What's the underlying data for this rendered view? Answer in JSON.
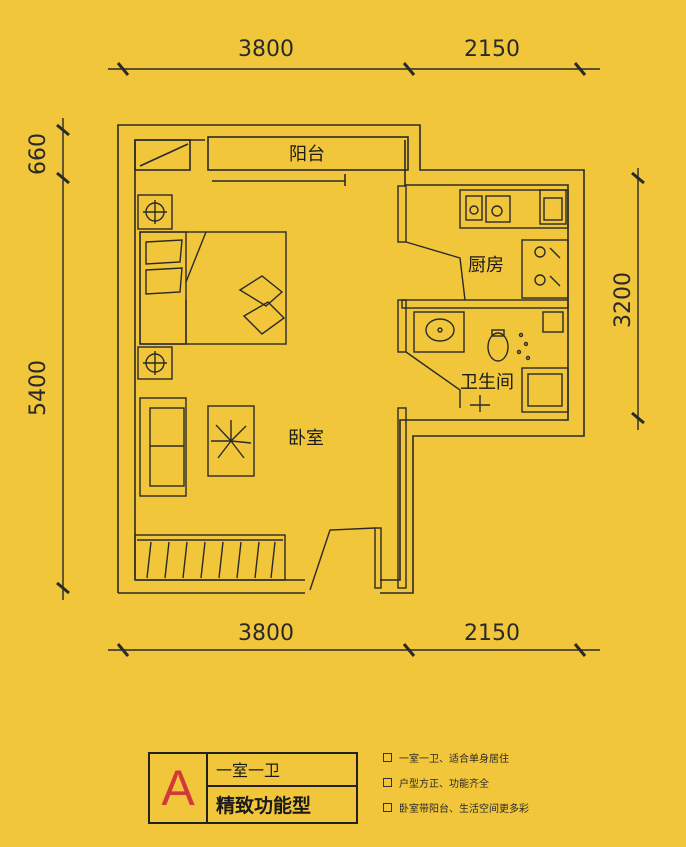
{
  "dimensions": {
    "top_left": "3800",
    "top_right": "2150",
    "bottom_left": "3800",
    "bottom_right": "2150",
    "left_upper": "660",
    "left_lower": "5400",
    "right": "3200"
  },
  "rooms": {
    "balcony": "阳台",
    "kitchen": "厨房",
    "bathroom": "卫生间",
    "bedroom": "卧室"
  },
  "legend": {
    "letter": "A",
    "layout": "一室一卫",
    "name": "精致功能型"
  },
  "features": [
    "一室一卫、适合单身居住",
    "户型方正、功能齐全",
    "卧室带阳台、生活空间更多彩"
  ],
  "colors": {
    "background": "#f2c63a",
    "line": "#2a2a2a",
    "letter": "#d23a3a"
  }
}
